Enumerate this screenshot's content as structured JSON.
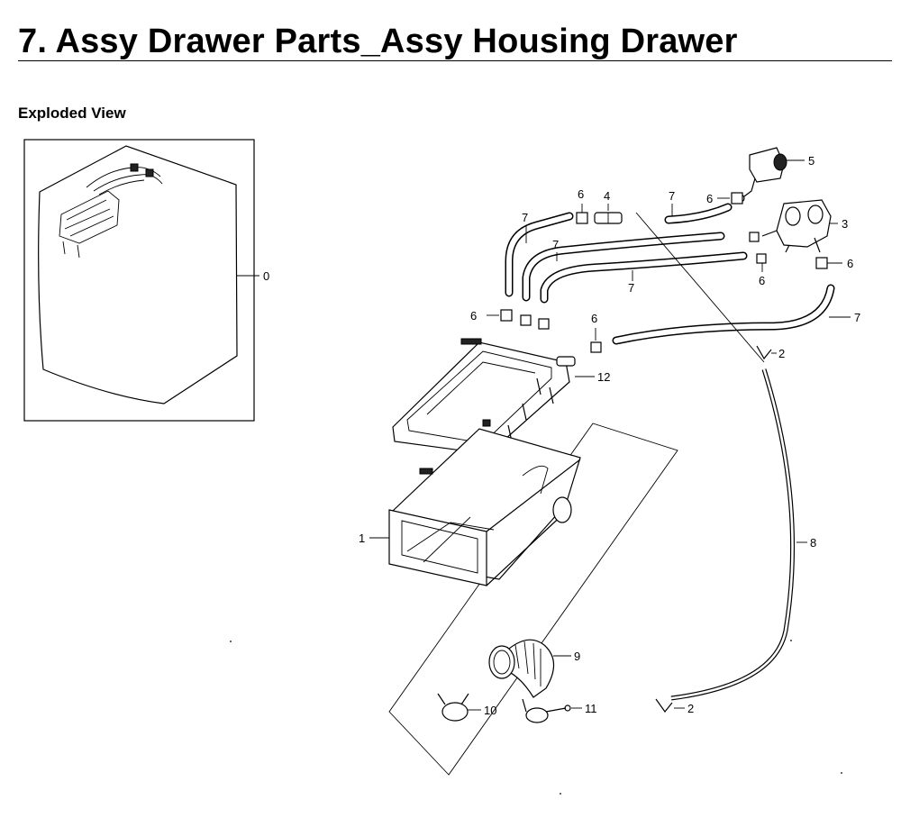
{
  "page": {
    "title": "7.  Assy Drawer Parts_Assy Housing Drawer",
    "subtitle": "Exploded View"
  },
  "callouts": {
    "c0": "0",
    "c1": "1",
    "c2a": "2",
    "c2b": "2",
    "c3": "3",
    "c4": "4",
    "c5": "5",
    "c6a": "6",
    "c6b": "6",
    "c6c": "6",
    "c6d": "6",
    "c6e": "6",
    "c6f": "6",
    "c7a": "7",
    "c7b": "7",
    "c7c": "7",
    "c7d": "7",
    "c7e": "7",
    "c8": "8",
    "c9": "9",
    "c10": "10",
    "c11": "11",
    "c12": "12"
  }
}
